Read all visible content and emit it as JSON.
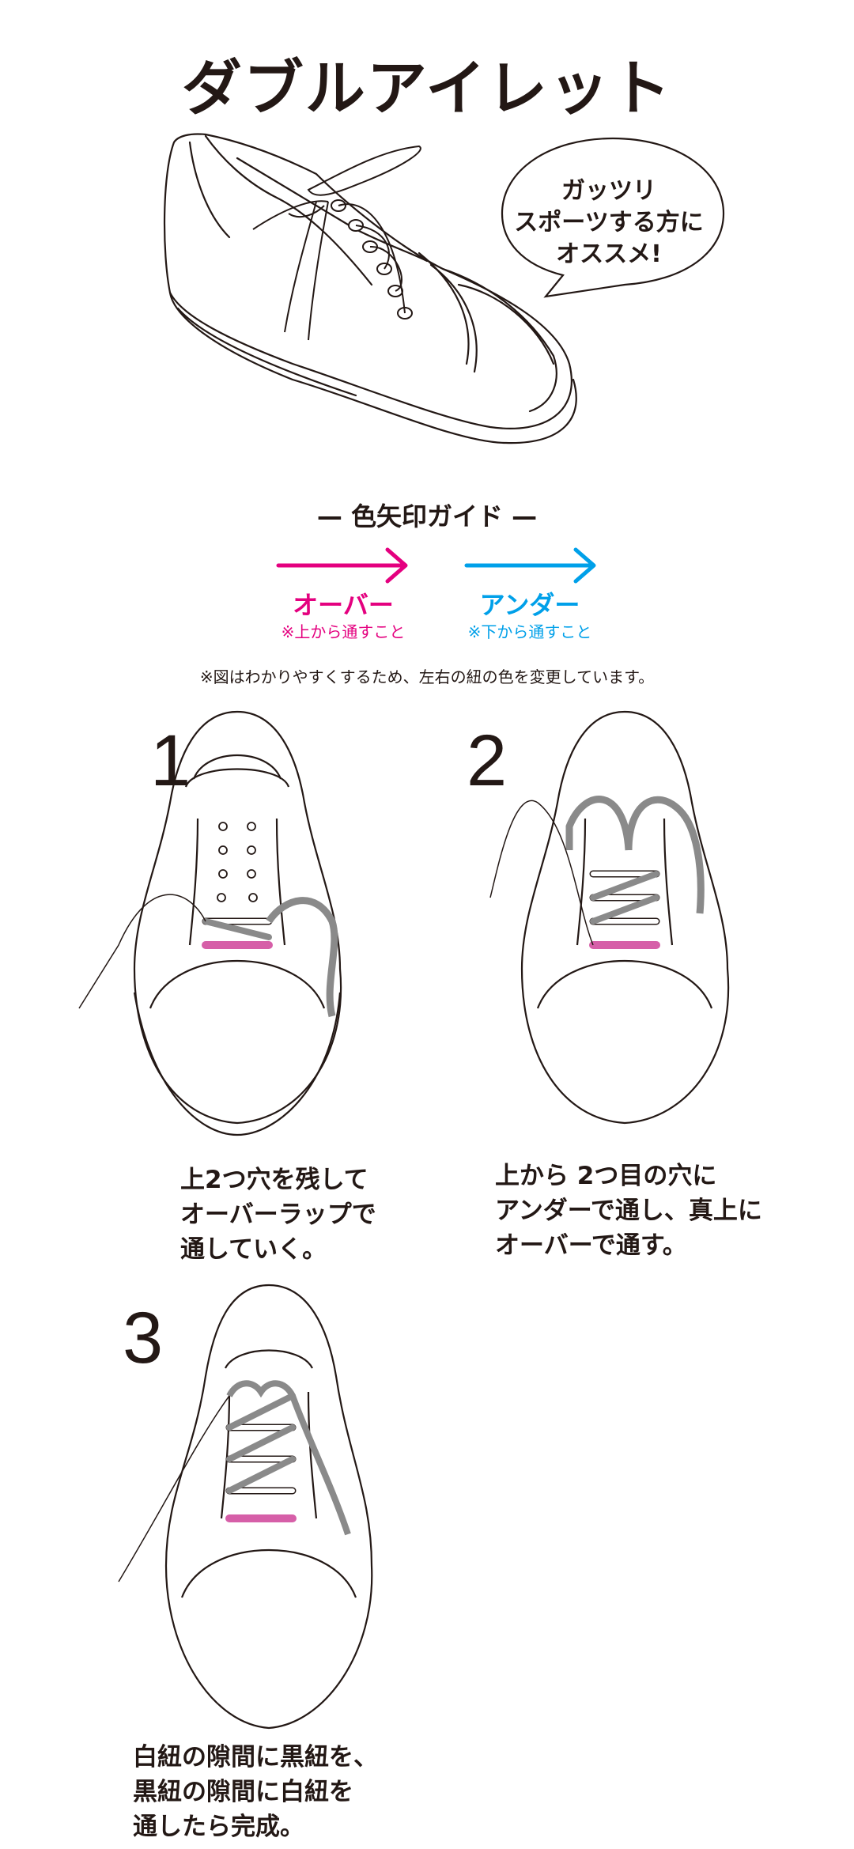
{
  "title": "ダブルアイレット",
  "bubble": [
    "ガッツリ",
    "スポーツする方に",
    "オススメ!"
  ],
  "guide": {
    "title": "— 色矢印ガイド —",
    "over": {
      "label": "オーバー",
      "note": "※上から通すこと",
      "color": "#e4007f"
    },
    "under": {
      "label": "アンダー",
      "note": "※下から通すこと",
      "color": "#00a0e9"
    }
  },
  "note": "※図はわかりやすくするため、左右の紐の色を変更しています。",
  "steps": [
    {
      "number": "1",
      "caption": [
        "上2つ穴を残して",
        "オーバーラップで",
        "通していく。"
      ]
    },
    {
      "number": "2",
      "caption": [
        "上から 2つ目の穴に",
        "アンダーで通し、真上に",
        "オーバーで通す。"
      ]
    },
    {
      "number": "3",
      "caption": [
        "白紐の隙間に黒紐を、",
        "黒紐の隙間に白紐を",
        "通したら完成。"
      ]
    }
  ],
  "colors": {
    "ink": "#231815",
    "pink_lace": "#d65fa8",
    "gray_lace": "#8a8a8a"
  }
}
